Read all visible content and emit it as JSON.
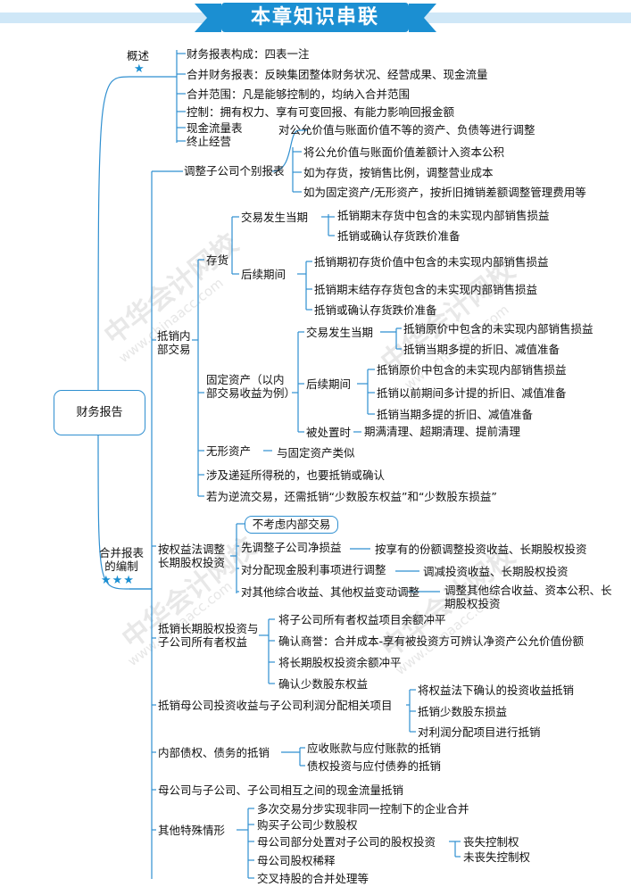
{
  "title": "本章知识串联",
  "root": "财务报告",
  "watermark": {
    "cn": "中华会计网校",
    "url": "www.chinaacc.com"
  },
  "overview": {
    "label": "概述",
    "items": [
      "财务报表构成：四表一注",
      "合并财务报表：反映集团整体财务状况、经营成果、现金流量",
      "合并范围：凡是能够控制的，均纳入合并范围",
      "控制：拥有权力、享有可变回报、有能力影响回报金额",
      "现金流量表",
      "终止经营"
    ]
  },
  "consolidation": {
    "label": "合并报表的编制",
    "adjust_sub": {
      "label": "调整子公司个别报表",
      "items": [
        "对公允价值与账面价值不等的资产、负债等进行调整",
        "将公允价值与账面价值差额计入资本公积",
        "如为存货，按销售比例，调整营业成本",
        "如为固定资产/无形资产，按折旧摊销差额调整管理费用等"
      ]
    },
    "internal": {
      "label": "抵销内部交易",
      "inventory": {
        "label": "存货",
        "current": {
          "label": "交易发生当期",
          "items": [
            "抵销期末存货中包含的未实现内部销售损益",
            "抵销或确认存货跌价准备"
          ]
        },
        "later": {
          "label": "后续期间",
          "items": [
            "抵销期初存货价值中包含的未实现内部销售损益",
            "抵销期末结存存货包含的未实现内部销售损益",
            "抵销或确认存货跌价准备"
          ]
        }
      },
      "fixed": {
        "label": "固定资产（以内部交易收益为例）",
        "current": {
          "label": "交易发生当期",
          "items": [
            "抵销原价中包含的未实现内部销售损益",
            "抵销当期多提的折旧、减值准备"
          ]
        },
        "later": {
          "label": "后续期间",
          "items": [
            "抵销原价中包含的未实现内部销售损益",
            "抵销以前期间多计提的折旧、减值准备",
            "抵销当期多提的折旧、减值准备"
          ]
        },
        "disposal": {
          "label": "被处置时",
          "text": "期满清理、超期清理、提前清理"
        }
      },
      "intangible": {
        "label": "无形资产",
        "text": "与固定资产类似"
      },
      "deferred_tax": "涉及递延所得税的，也要抵销或确认",
      "upstream": "若为逆流交易，还需抵销“少数股东权益”和“少数股东损益”"
    },
    "equity_method": {
      "label": "按权益法调整长期股权投资",
      "note": "不考虑内部交易",
      "step1": {
        "label": "先调整子公司净损益",
        "text": "按享有的份额调整投资收益、长期股权投资"
      },
      "step2": {
        "label": "对分配现金股利事项进行调整",
        "text": "调减投资收益、长期股权投资"
      },
      "step3": {
        "label": "对其他综合收益、其他权益变动调整",
        "text": "调整其他综合收益、资本公积、长期股权投资"
      }
    },
    "offset_equity": {
      "label": "抵销长期股权投资与子公司所有者权益",
      "items": [
        "将子公司所有者权益项目余额冲平",
        "确认商誉：合并成本-享有被投资方可辨认净资产公允价值份额",
        "将长期股权投资余额冲平",
        "确认少数股东权益"
      ]
    },
    "offset_income": {
      "label": "抵销母公司投资收益与子公司利润分配相关项目",
      "items": [
        "将权益法下确认的投资收益抵销",
        "抵销少数股东损益",
        "对利润分配项目进行抵销"
      ]
    },
    "internal_debt": {
      "label": "内部债权、债务的抵销",
      "items": [
        "应收账款与应付账款的抵销",
        "债权投资与应付债券的抵销"
      ]
    },
    "cash_flow": "母公司与子公司、子公司相互之间的现金流量抵销",
    "special": {
      "label": "其他特殊情形",
      "items": [
        "多次交易分步实现非同一控制下的企业合并",
        "购买子公司少数股权",
        "母公司部分处置对子公司的股权投资",
        "母公司股权稀释",
        "交叉持股的合并处理等"
      ],
      "partial_disposal": [
        "丧失控制权",
        "未丧失控制权"
      ]
    }
  }
}
